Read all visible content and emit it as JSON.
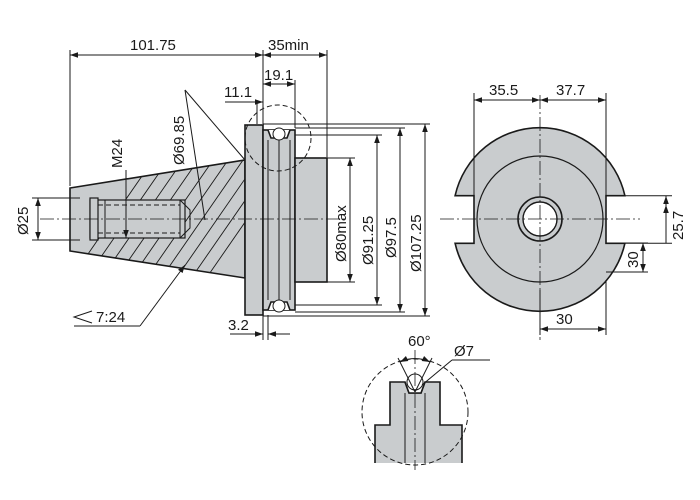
{
  "dimensions": {
    "overall_length": "101.75",
    "flange_min": "35min",
    "flange_width": "19.1",
    "groove_offset": "11.1",
    "dia_taper": "Ø69.85",
    "thread": "M24",
    "dia_shank": "Ø25",
    "taper_ratio": "7:24",
    "groove_gap": "3.2",
    "dia_80": "Ø80max",
    "dia_9125": "Ø91.25",
    "dia_975": "Ø97.5",
    "dia_10725": "Ø107.25",
    "end_left": "35.5",
    "end_right": "37.7",
    "slot_offset": "25.7",
    "slot_width": "30",
    "slot_depth": "30",
    "angle": "60°",
    "dia_7": "Ø7"
  },
  "colors": {
    "body": "#c9ccce",
    "ink": "#1a1a1a"
  }
}
